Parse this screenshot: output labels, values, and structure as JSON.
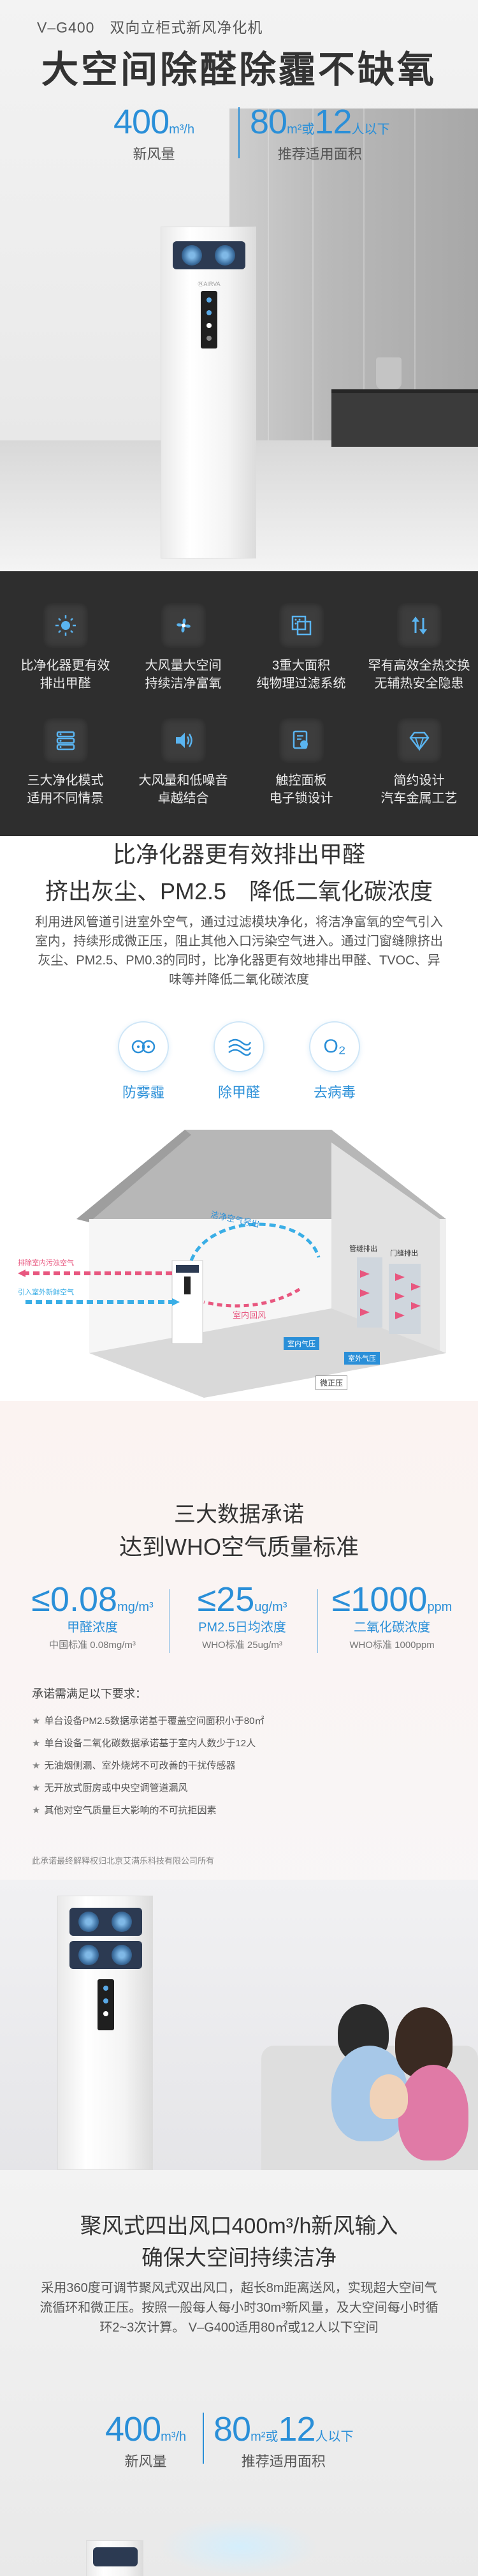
{
  "hero": {
    "subtitle": "V–G400　双向立柜式新风净化机",
    "title": "大空间除醛除霾不缺氧",
    "stats": [
      {
        "value": "400",
        "unit": "m³/h",
        "caption": "新风量"
      },
      {
        "value": "80",
        "unit": "m²或",
        "value2": "12",
        "unit2": "人以下",
        "caption": "推荐适用面积"
      }
    ],
    "brand_mark": "ⓃAIRVA"
  },
  "features": [
    {
      "icon": "sun-filter-icon",
      "lines": [
        "比净化器更有效",
        "排出甲醛"
      ]
    },
    {
      "icon": "fan-icon",
      "lines": [
        "大风量大空间",
        "持续洁净富氧"
      ]
    },
    {
      "icon": "filter-layers-icon",
      "lines": [
        "3重大面积",
        "纯物理过滤系统"
      ]
    },
    {
      "icon": "heat-exchange-icon",
      "lines": [
        "罕有高效全热交换",
        "无辅热安全隐患"
      ]
    },
    {
      "icon": "modes-icon",
      "lines": [
        "三大净化模式",
        "适用不同情景"
      ]
    },
    {
      "icon": "volume-icon",
      "lines": [
        "大风量和低噪音",
        "卓越结合"
      ]
    },
    {
      "icon": "touch-panel-icon",
      "lines": [
        "触控面板",
        "电子锁设计"
      ]
    },
    {
      "icon": "diamond-icon",
      "lines": [
        "简约设计",
        "汽车金属工艺"
      ]
    }
  ],
  "formaldehyde": {
    "title_line1": "比净化器更有效排出甲醛",
    "title_line2": "挤出灰尘、PM2.5　降低二氧化碳浓度",
    "description": "利用进风管道引进室外空气，通过过滤模块净化，将洁净富氧的空气引入室内，持续形成微正压，阻止其他入口污染空气进入。通过门窗缝隙挤出灰尘、PM2.5、PM0.3的同时，比净化器更有效地排出甲醛、TVOC、异味等并降低二氧化碳浓度",
    "benefits": [
      {
        "icon": "anti-smog-icon",
        "label": "防雾霾"
      },
      {
        "icon": "remove-formaldehyde-icon",
        "label": "除甲醛"
      },
      {
        "icon": "oxygen-icon",
        "label": "去病毒",
        "glyph": "O₂"
      }
    ],
    "diagram": {
      "exhaust_label": "排除室内污浊空气",
      "intake_label": "引入室外新鲜空气",
      "clean_air_label": "洁净空气导出",
      "indoor_return_label": "室内回风",
      "indoor_air_label": "室内气压",
      "outdoor_air_label": "室外气压",
      "pressure_label": "微正压",
      "gap_label": "管缝排出",
      "door_gap_label": "门缝排出"
    }
  },
  "who": {
    "title_line1": "三大数据承诺",
    "title_line2": "达到WHO空气质量标准",
    "metrics": [
      {
        "prefix": "≤",
        "value": "0.08",
        "unit": "mg/m³",
        "name": "甲醛浓度",
        "standard": "中国标准 0.08mg/m³"
      },
      {
        "prefix": "≤",
        "value": "25",
        "unit": "ug/m³",
        "name": "PM2.5日均浓度",
        "standard": "WHO标准 25ug/m³"
      },
      {
        "prefix": "≤",
        "value": "1000",
        "unit": "ppm",
        "name": "二氧化碳浓度",
        "standard": "WHO标准 1000ppm"
      }
    ],
    "conditions_heading": "承诺需满足以下要求：",
    "conditions": [
      "单台设备PM2.5数据承诺基于覆盖空间面积小于80㎡",
      "单台设备二氧化碳数据承诺基于室内人数少于12人",
      "无油烟侧漏、室外烧烤不可改善的干扰传感器",
      "无开放式厨房或中央空调管道漏风",
      "其他对空气质量巨大影响的不可抗拒因素"
    ],
    "footnote": "此承诺最终解释权归北京艾满乐科技有限公司所有"
  },
  "outlets": {
    "title_line1": "聚风式四出风口400m³/h新风输入",
    "title_line2": "确保大空间持续洁净",
    "description": "采用360度可调节聚风式双出风口，超长8m距离送风，实现超大空间气流循环和微正压。按照一般每人每小时30m³新风量，及大空间每小时循环2~3次计算。 V–G400适用80㎡或12人以下空间",
    "stats": [
      {
        "value": "400",
        "unit": "m³/h",
        "caption": "新风量"
      },
      {
        "value": "80",
        "unit": "m²或",
        "value2": "12",
        "unit2": "人以下",
        "caption": "推荐适用面积"
      }
    ]
  },
  "colors": {
    "accent": "#2a8fd8",
    "dark_band": "#2e2e2e",
    "arrow_pink": "#e8577f"
  }
}
